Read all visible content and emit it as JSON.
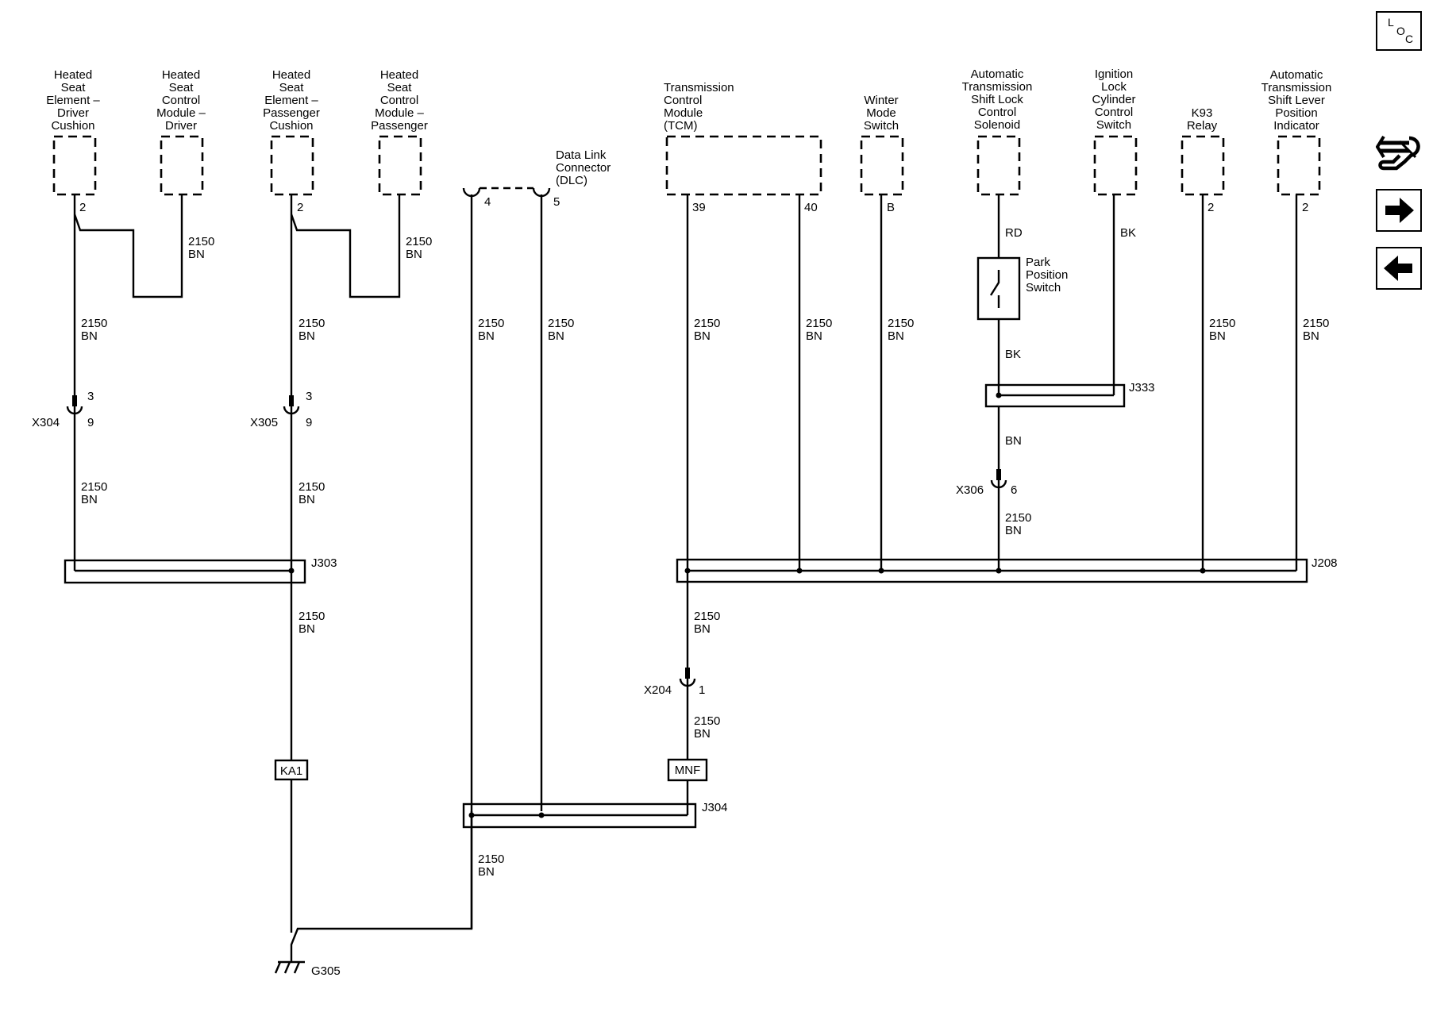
{
  "components": {
    "hs_driver": [
      "Heated",
      "Seat",
      "Element –",
      "Driver",
      "Cushion"
    ],
    "hscm_driver": [
      "Heated",
      "Seat",
      "Control",
      "Module –",
      "Driver"
    ],
    "hs_pass": [
      "Heated",
      "Seat",
      "Element –",
      "Passenger",
      "Cushion"
    ],
    "hscm_pass": [
      "Heated",
      "Seat",
      "Control",
      "Module –",
      "Passenger"
    ],
    "dlc": [
      "Data Link",
      "Connector",
      "(DLC)"
    ],
    "tcm": [
      "Transmission",
      "Control",
      "Module",
      "(TCM)"
    ],
    "winter": [
      "Winter",
      "Mode",
      "Switch"
    ],
    "shiftlock": [
      "Automatic",
      "Transmission",
      "Shift Lock",
      "Control",
      "Solenoid"
    ],
    "ignlock": [
      "Ignition",
      "Lock",
      "Cylinder",
      "Control",
      "Switch"
    ],
    "k93": [
      "K93",
      "Relay"
    ],
    "shiftlever": [
      "Automatic",
      "Transmission",
      "Shift Lever",
      "Position",
      "Indicator"
    ],
    "park_switch": [
      "Park",
      "Position",
      "Switch"
    ]
  },
  "pins": {
    "hs_driver": "2",
    "hs_pass": "2",
    "dlc_a": "4",
    "dlc_b": "5",
    "tcm_a": "39",
    "tcm_b": "40",
    "winter": "B",
    "k93": "2",
    "shiftlever": "2",
    "x304_top": "3",
    "x304_bot": "9",
    "x305_top": "3",
    "x305_bot": "9",
    "x306": "6",
    "x204": "1"
  },
  "wire": {
    "circuit": "2150",
    "color_bn": "BN",
    "color_rd": "RD",
    "color_bk": "BK"
  },
  "connectors": {
    "x304": "X304",
    "x305": "X305",
    "x306": "X306",
    "x204": "X204"
  },
  "splices": {
    "j303": "J303",
    "j304": "J304",
    "j208": "J208",
    "j333": "J333"
  },
  "harness": {
    "ka1": "KA1",
    "mnf": "MNF"
  },
  "ground": "G305",
  "loc_icon": {
    "l": "L",
    "o": "O",
    "c": "C"
  },
  "colors": {
    "ink": "#000000",
    "background": "#ffffff"
  }
}
